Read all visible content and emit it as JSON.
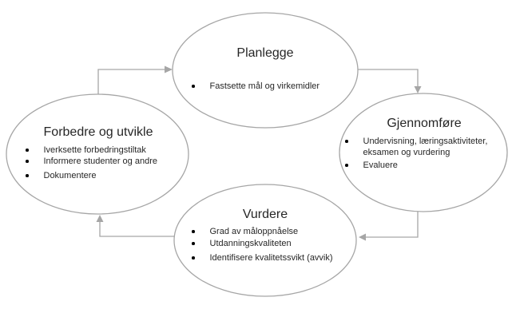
{
  "diagram": {
    "nodes": [
      {
        "id": "planlegge",
        "title": "Planlegge",
        "bullets": [
          "Fastsette mål og virkemidler"
        ]
      },
      {
        "id": "gjennomfore",
        "title": "Gjennomføre",
        "bullets": [
          "Undervisning, læringsaktiviteter, eksamen og vurdering",
          "Evaluere"
        ]
      },
      {
        "id": "vurdere",
        "title": "Vurdere",
        "bullets": [
          "Grad av måloppnåelse",
          "Utdanningskvaliteten",
          "Identifisere kvalitetssvikt (avvik)"
        ]
      },
      {
        "id": "forbedre",
        "title": "Forbedre og utvikle",
        "bullets": [
          "Iverksette forbedringstiltak",
          "Informere studenter og andre",
          "Dokumentere"
        ]
      }
    ],
    "connections": [
      {
        "from": "Forbedre og utvikle",
        "to": "Planlegge"
      },
      {
        "from": "Planlegge",
        "to": "Gjennomføre"
      },
      {
        "from": "Gjennomføre",
        "to": "Vurdere"
      },
      {
        "from": "Vurdere",
        "to": "Forbedre og utvikle"
      }
    ],
    "colors": {
      "shape_stroke": "#a6a6a6",
      "connector": "#a6a6a6",
      "text": "#262626",
      "bullet": "#000000",
      "background": "#ffffff"
    }
  }
}
